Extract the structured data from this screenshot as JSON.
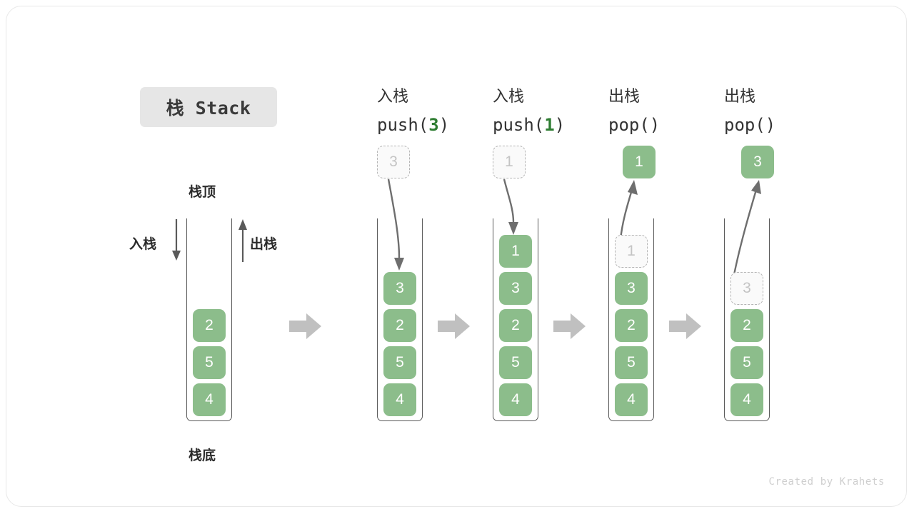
{
  "diagram": {
    "title": "栈 Stack",
    "watermark": "Created by Krahets",
    "colors": {
      "element_fill": "#8cbd8b",
      "element_text": "#ffffff",
      "ghost_fill": "#fafafa",
      "ghost_border": "#b4b4b4",
      "ghost_text": "#c4c4c4",
      "arrow": "#666666",
      "flow_arrow": "#c0c0c0",
      "title_chip": "#e6e6e6",
      "code_accent": "#2e7d32"
    },
    "labels": {
      "stack_top": "栈顶",
      "stack_bottom": "栈底",
      "push_side": "入栈",
      "pop_side": "出栈"
    },
    "stages": [
      {
        "id": "initial",
        "op_cn": "",
        "op_code_prefix": "",
        "op_code_arg": "",
        "op_code_suffix": "",
        "floating": null,
        "cells": [
          {
            "value": "2",
            "state": "filled"
          },
          {
            "value": "5",
            "state": "filled"
          },
          {
            "value": "4",
            "state": "filled"
          }
        ]
      },
      {
        "id": "push-3",
        "op_cn": "入栈",
        "op_code_prefix": "push(",
        "op_code_arg": "3",
        "op_code_suffix": ")",
        "floating": {
          "value": "3",
          "state": "ghost",
          "direction": "in"
        },
        "cells": [
          {
            "value": "3",
            "state": "filled"
          },
          {
            "value": "2",
            "state": "filled"
          },
          {
            "value": "5",
            "state": "filled"
          },
          {
            "value": "4",
            "state": "filled"
          }
        ]
      },
      {
        "id": "push-1",
        "op_cn": "入栈",
        "op_code_prefix": "push(",
        "op_code_arg": "1",
        "op_code_suffix": ")",
        "floating": {
          "value": "1",
          "state": "ghost",
          "direction": "in"
        },
        "cells": [
          {
            "value": "1",
            "state": "filled"
          },
          {
            "value": "3",
            "state": "filled"
          },
          {
            "value": "2",
            "state": "filled"
          },
          {
            "value": "5",
            "state": "filled"
          },
          {
            "value": "4",
            "state": "filled"
          }
        ]
      },
      {
        "id": "pop-1",
        "op_cn": "出栈",
        "op_code_prefix": "pop(",
        "op_code_arg": "",
        "op_code_suffix": ")",
        "floating": {
          "value": "1",
          "state": "filled",
          "direction": "out"
        },
        "cells": [
          {
            "value": "1",
            "state": "ghost"
          },
          {
            "value": "3",
            "state": "filled"
          },
          {
            "value": "2",
            "state": "filled"
          },
          {
            "value": "5",
            "state": "filled"
          },
          {
            "value": "4",
            "state": "filled"
          }
        ]
      },
      {
        "id": "pop-3",
        "op_cn": "出栈",
        "op_code_prefix": "pop(",
        "op_code_arg": "",
        "op_code_suffix": ")",
        "floating": {
          "value": "3",
          "state": "filled",
          "direction": "out"
        },
        "cells": [
          {
            "value": "",
            "state": "empty"
          },
          {
            "value": "3",
            "state": "ghost"
          },
          {
            "value": "2",
            "state": "filled"
          },
          {
            "value": "5",
            "state": "filled"
          },
          {
            "value": "4",
            "state": "filled"
          }
        ]
      }
    ]
  }
}
